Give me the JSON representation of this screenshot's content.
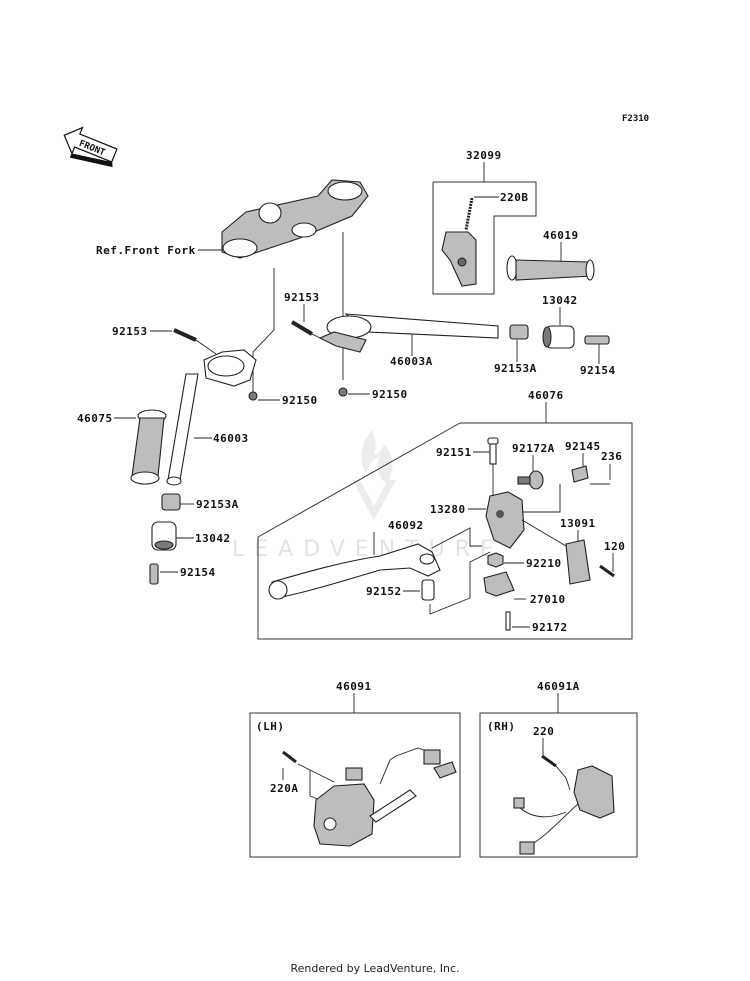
{
  "diagram": {
    "code": "F2310",
    "front_arrow_text": "FRONT",
    "watermark": "LEADVENTURE",
    "ref_label": "Ref.Front Fork",
    "parts": {
      "p32099": "32099",
      "p220B": "220B",
      "p46019": "46019",
      "p13042_r": "13042",
      "p92154_r": "92154",
      "p92153A_r": "92153A",
      "p46003A": "46003A",
      "p92153_c": "92153",
      "p92150_c": "92150",
      "p92153_l": "92153",
      "p92150_l": "92150",
      "p46075": "46075",
      "p46003": "46003",
      "p92153A_l": "92153A",
      "p13042_l": "13042",
      "p92154_l": "92154",
      "p46076": "46076",
      "p92151": "92151",
      "p92172A": "92172A",
      "p92145": "92145",
      "p236": "236",
      "p13280": "13280",
      "p13091": "13091",
      "p120": "120",
      "p46092": "46092",
      "p92210": "92210",
      "p92152": "92152",
      "p27010": "27010",
      "p92172": "92172",
      "p46091": "46091",
      "p46091A": "46091A",
      "p220A": "220A",
      "p220": "220"
    },
    "side_labels": {
      "lh": "(LH)",
      "rh": "(RH)"
    }
  },
  "footer": {
    "text": "Rendered by LeadVenture, Inc."
  }
}
